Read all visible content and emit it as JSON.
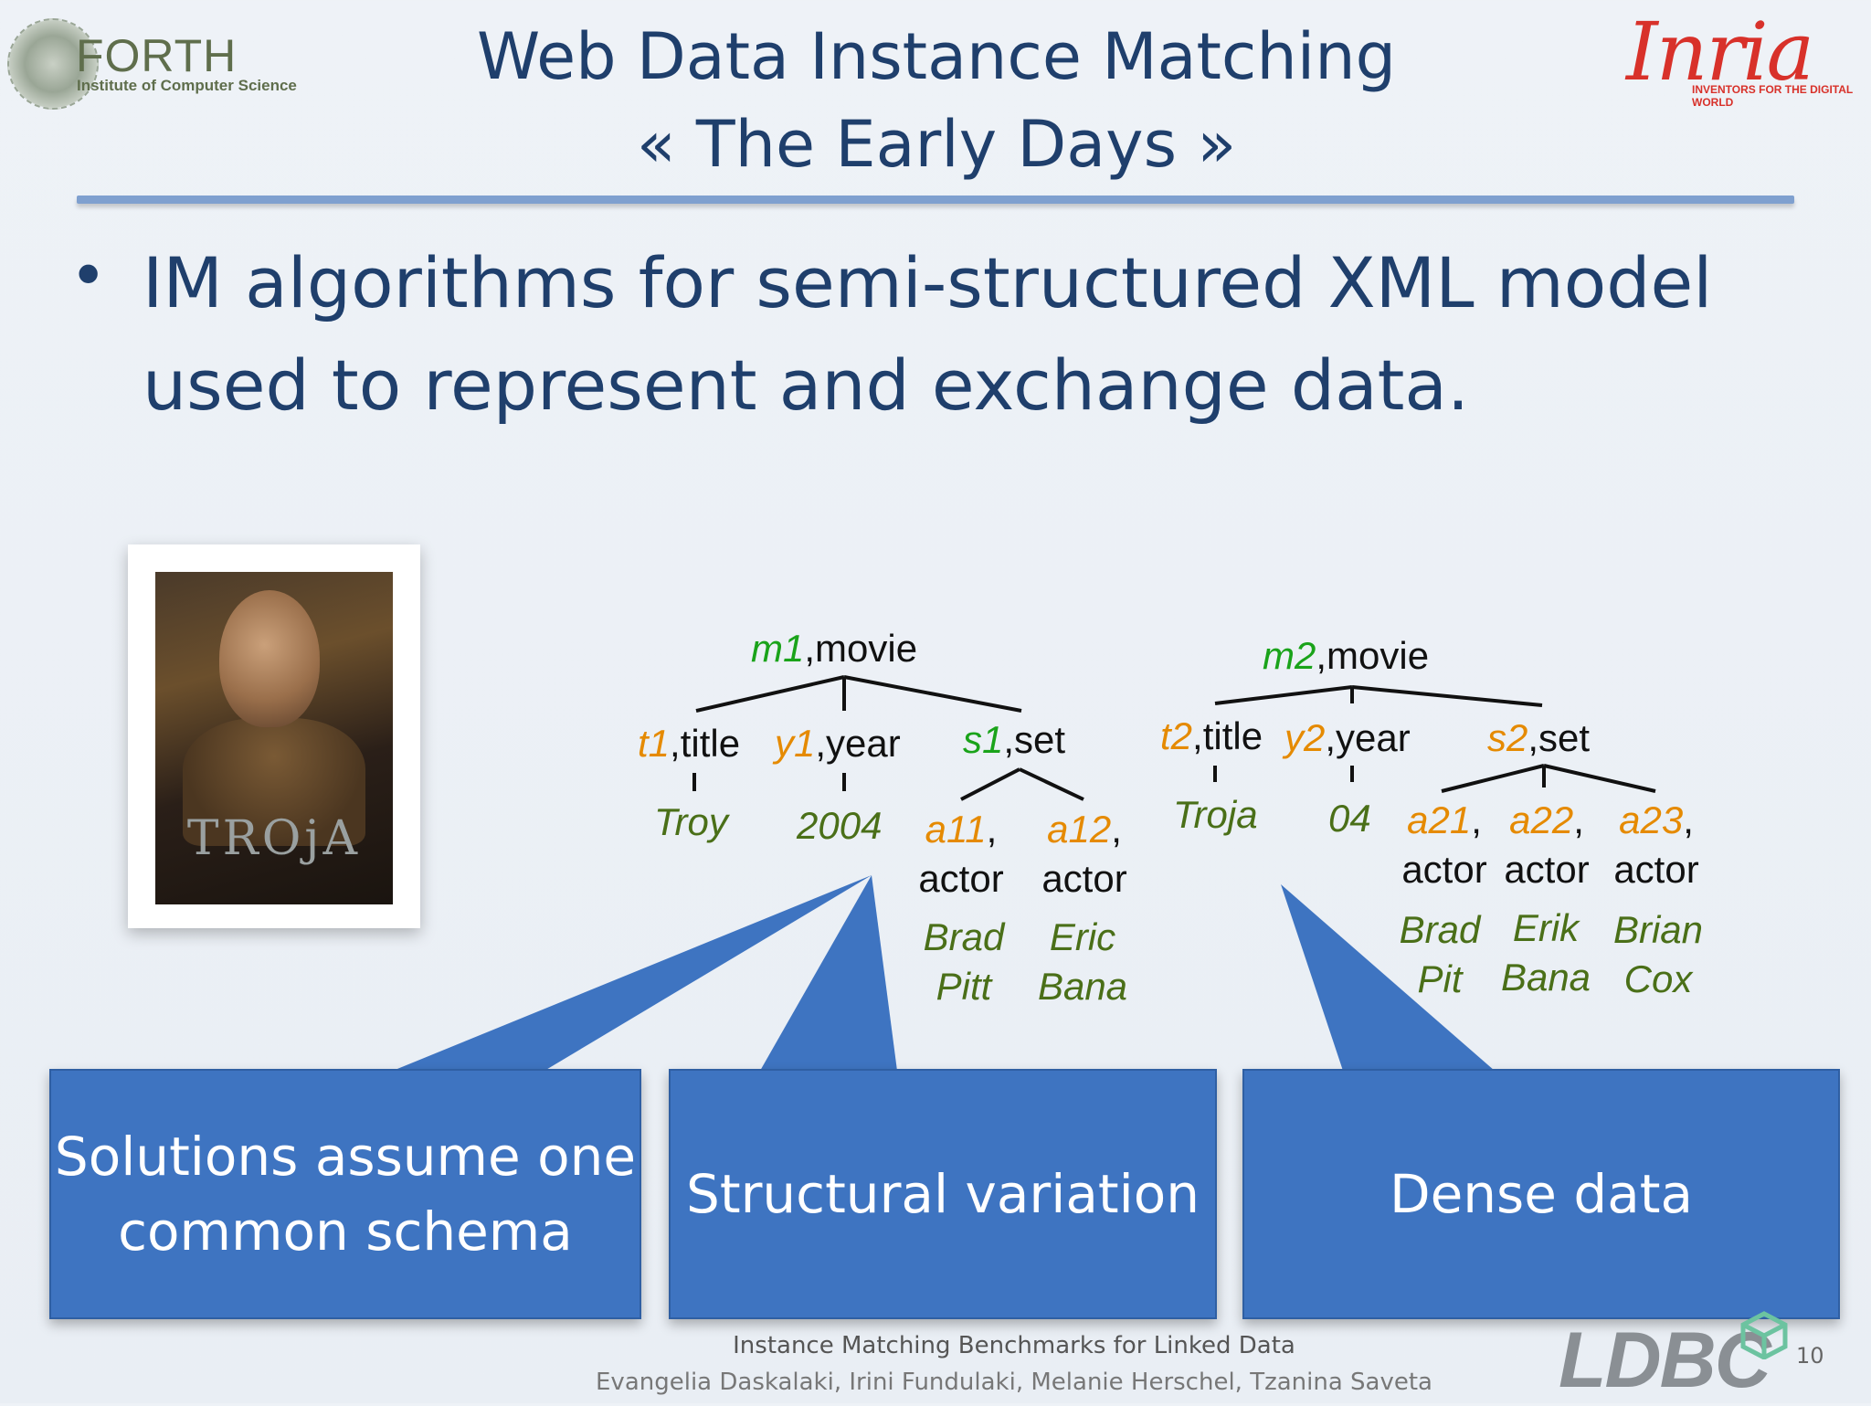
{
  "header": {
    "title_line1": "Web Data Instance Matching",
    "title_line2": "« The Early Days »",
    "forth_logo": {
      "word": "FORTH",
      "subtitle": "Institute of Computer Science"
    },
    "inria_logo": {
      "word": "Inria",
      "tagline": "INVENTORS FOR THE DIGITAL WORLD"
    }
  },
  "bullet": {
    "line1": "IM algorithms for semi-structured XML model",
    "line2": "used to represent and exchange data."
  },
  "poster": {
    "caption": "TROjA"
  },
  "tree1": {
    "root": {
      "id": "m1",
      "label": ",movie"
    },
    "title": {
      "id": "t1",
      "label": ",title",
      "value": "Troy"
    },
    "year": {
      "id": "y1",
      "label": ",year",
      "value": "2004"
    },
    "set": {
      "id": "s1",
      "label": ",set"
    },
    "actors": [
      {
        "id": "a11",
        "sep": ",",
        "label": "actor",
        "first": "Brad",
        "last": "Pitt"
      },
      {
        "id": "a12",
        "sep": ",",
        "label": "actor",
        "first": "Eric",
        "last": "Bana"
      }
    ]
  },
  "tree2": {
    "root": {
      "id": "m2",
      "label": ",movie"
    },
    "title": {
      "id": "t2",
      "label": ",title",
      "value": "Troja"
    },
    "year": {
      "id": "y2",
      "label": ",year",
      "value": "04"
    },
    "set": {
      "id": "s2",
      "label": ",set"
    },
    "actors": [
      {
        "id": "a21",
        "sep": ",",
        "label": "actor",
        "first": "Brad",
        "last": "Pit"
      },
      {
        "id": "a22",
        "sep": ",",
        "label": "actor",
        "first": "Erik",
        "last": "Bana"
      },
      {
        "id": "a23",
        "sep": ",",
        "label": "actor",
        "first": "Brian",
        "last": "Cox"
      }
    ]
  },
  "callouts": {
    "schema_line1": "Solutions assume one",
    "schema_line2": "common  schema",
    "structural": "Structural variation",
    "dense": "Dense data"
  },
  "footer": {
    "line1": "Instance Matching Benchmarks for Linked Data",
    "line2": "Evangelia Daskalaki, Irini Fundulaki, Melanie Herschel, Tzanina Saveta",
    "ldbc": "LDBC",
    "page_number": "10"
  },
  "colors": {
    "title": "#1f3f6c",
    "rule": "#7fa0cf",
    "callout": "#3e74c1",
    "node_id_green": "#1aa31a",
    "node_id_orange": "#e58a00",
    "value_olive": "#4a6f18"
  }
}
